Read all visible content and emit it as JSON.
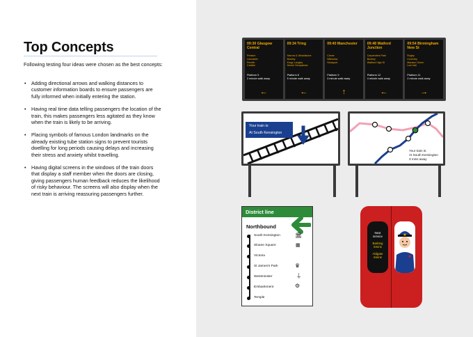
{
  "left": {
    "title": "Top Concepts",
    "intro": "Following testing four ideas were chosen as the best concepts:",
    "bullets": [
      "Adding directional arrows and walking distances to customer information boards to ensure passengers are fully informed when initially entering the station.",
      "Having real time data telling passengers the location of the train, this makes passengers less agitated as they know when the train is likely to be arriving.",
      "Placing symbols of famous London landmarks on the already existing tube station signs to prevent tourists dwelling for long periods causing delays and increasing their stress and anxiety whilst travelling.",
      "Having digital screens in the windows of the train doors that display a staff member when the doors are closing, giving  passengers human feedback reduces the likelihood of risky behaviour. The screens will also display when the next train is arriving reassuring passengers further."
    ]
  },
  "board": {
    "panels": [
      {
        "head": "09:30 Glasgow Central",
        "list": [
          "Preston",
          "Lancaster",
          "Penrith",
          "Carlisle"
        ],
        "platform": "Platform 5",
        "walk": "2 minute walk away",
        "arrow": "←"
      },
      {
        "head": "09:34 Tring",
        "list": [
          "Harrow & Wealdstone",
          "Bushey",
          "Kings Langley",
          "Hemel Hempstead"
        ],
        "platform": "Platform 8",
        "walk": "5 minute walk away",
        "arrow": "←"
      },
      {
        "head": "09:40 Manchester",
        "list": [
          "Crewe",
          "Wilmslow",
          "Stockport"
        ],
        "platform": "Platform 9",
        "walk": "3 minute walk away",
        "arrow": "↑"
      },
      {
        "head": "09:48 Watford Junction",
        "list": [
          "Carpenders Park",
          "Bushey",
          "Watford High St"
        ],
        "platform": "Platform 12",
        "walk": "4 minute walk away",
        "arrow": "←"
      },
      {
        "head": "09:54 Birmingham New St",
        "list": [
          "Rugby",
          "Coventry",
          "Marston Green",
          "Lea Hall"
        ],
        "platform": "Platform 11",
        "walk": "2 minute walk away",
        "arrow": "→"
      }
    ]
  },
  "sign1": {
    "line1": "Your train is:",
    "line2": "At South Kensington"
  },
  "sign2": {
    "line1": "Your train is:",
    "line2": "At South Kensington",
    "line3": "3 mins away"
  },
  "district": {
    "header": "District line",
    "direction": "Northbound",
    "stations": [
      "South Kensington",
      "Sloane Square",
      "Victoria",
      "St James's Park",
      "Westminster",
      "Embankment",
      "Temple"
    ]
  },
  "train": {
    "left_screen": [
      "Next",
      "service",
      "",
      "Barking",
      "5mins",
      "",
      "Aldgate",
      "6mins"
    ]
  },
  "colors": {
    "board_amber": "#f2a900",
    "district_green": "#2e8b3a",
    "bubble_blue": "#1a3f8f",
    "train_red": "#cc1f1f"
  }
}
